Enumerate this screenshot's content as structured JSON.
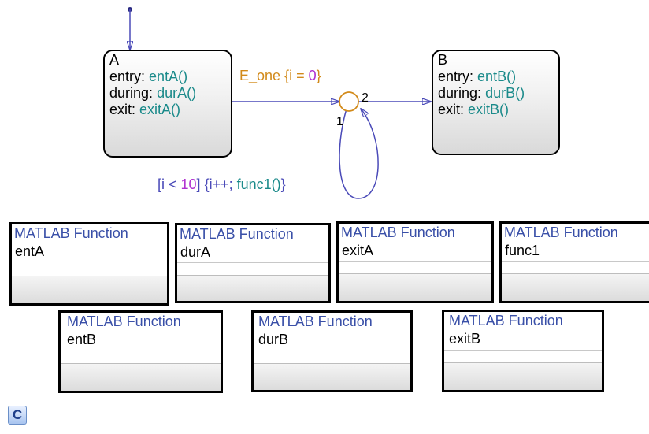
{
  "states": {
    "a": {
      "name": "A",
      "entry_kw": "entry:",
      "entry_fn": "entA()",
      "during_kw": "during:",
      "during_fn": "durA()",
      "exit_kw": "exit:",
      "exit_fn": "exitA()"
    },
    "b": {
      "name": "B",
      "entry_kw": "entry:",
      "entry_fn": "entB()",
      "during_kw": "during:",
      "during_fn": "durB()",
      "exit_kw": "exit:",
      "exit_fn": "exitB()"
    }
  },
  "transitions": {
    "a_to_junction": {
      "event": "E_one",
      "action_open": "{i = ",
      "action_value": "0",
      "action_close": "}"
    },
    "self_loop": {
      "cond_open": "[i < ",
      "cond_value": "10",
      "cond_close": "]",
      "action_open": " {i++; ",
      "action_call": "func1()",
      "action_close": "}"
    },
    "junction_order": {
      "first": "1",
      "second": "2"
    }
  },
  "functions": [
    {
      "type": "MATLAB Function",
      "name": "entA"
    },
    {
      "type": "MATLAB Function",
      "name": "durA"
    },
    {
      "type": "MATLAB Function",
      "name": "exitA"
    },
    {
      "type": "MATLAB Function",
      "name": "func1"
    },
    {
      "type": "MATLAB Function",
      "name": "entB"
    },
    {
      "type": "MATLAB Function",
      "name": "durB"
    },
    {
      "type": "MATLAB Function",
      "name": "exitB"
    }
  ],
  "chart_icon": {
    "label": "C"
  },
  "colors": {
    "function_type": "#3a50a8",
    "function_call": "#1a8a8a",
    "event": "#d28a1a",
    "condition": "#4a4ab8",
    "constant": "#b030d0",
    "transition_line": "#4a4ab8"
  }
}
